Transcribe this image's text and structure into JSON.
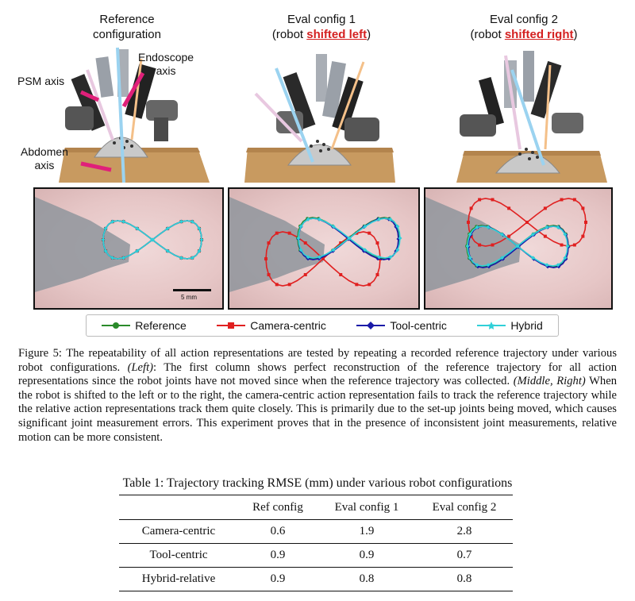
{
  "columns": [
    {
      "line1": "Reference",
      "line2": "configuration",
      "line2_pre": "",
      "line2_red": "",
      "line2_post": ""
    },
    {
      "line1": "Eval config 1",
      "line2_pre": "(robot ",
      "line2_red": "shifted left",
      "line2_post": ")"
    },
    {
      "line1": "Eval config 2",
      "line2_pre": "(robot ",
      "line2_red": "shifted right",
      "line2_post": ")"
    }
  ],
  "annotations": {
    "endoscope": "Endoscope",
    "endoscope2": "axis",
    "psm": "PSM axis",
    "abdomen": "Abdomen",
    "abdomen2": "axis"
  },
  "scale_bar_label": "5 mm",
  "legend": [
    {
      "label": "Reference",
      "color": "#2a8a2a",
      "marker": "circle"
    },
    {
      "label": "Camera-centric",
      "color": "#e02020",
      "marker": "square"
    },
    {
      "label": "Tool-centric",
      "color": "#1a1aa8",
      "marker": "diamond"
    },
    {
      "label": "Hybrid",
      "color": "#30d0d8",
      "marker": "star"
    }
  ],
  "caption": {
    "fig_label": "Figure 5:",
    "text_a": " The repeatability of all action representations are tested by repeating a recorded reference trajectory under various robot configurations. ",
    "left": "(Left)",
    "text_b": ": The first column shows perfect reconstruction of the reference trajectory for all action representations since the robot joints have not moved since when the reference trajectory was collected. ",
    "middle_right": "(Middle, Right)",
    "text_c": " When the robot is shifted to the left or to the right, the camera-centric action representation fails to track the reference trajectory while the relative action representations track them quite closely. This is primarily due to the set-up joints being moved, which causes significant joint measurement errors. This experiment proves that in the presence of inconsistent joint measurements, relative motion can be more consistent."
  },
  "table": {
    "title": "Table 1: Trajectory tracking RMSE (mm) under various robot configurations",
    "headers": [
      "",
      "Ref config",
      "Eval config 1",
      "Eval config 2"
    ],
    "rows": [
      [
        "Camera-centric",
        "0.6",
        "1.9",
        "2.8"
      ],
      [
        "Tool-centric",
        "0.9",
        "0.9",
        "0.7"
      ],
      [
        "Hybrid-relative",
        "0.9",
        "0.8",
        "0.8"
      ]
    ]
  }
}
